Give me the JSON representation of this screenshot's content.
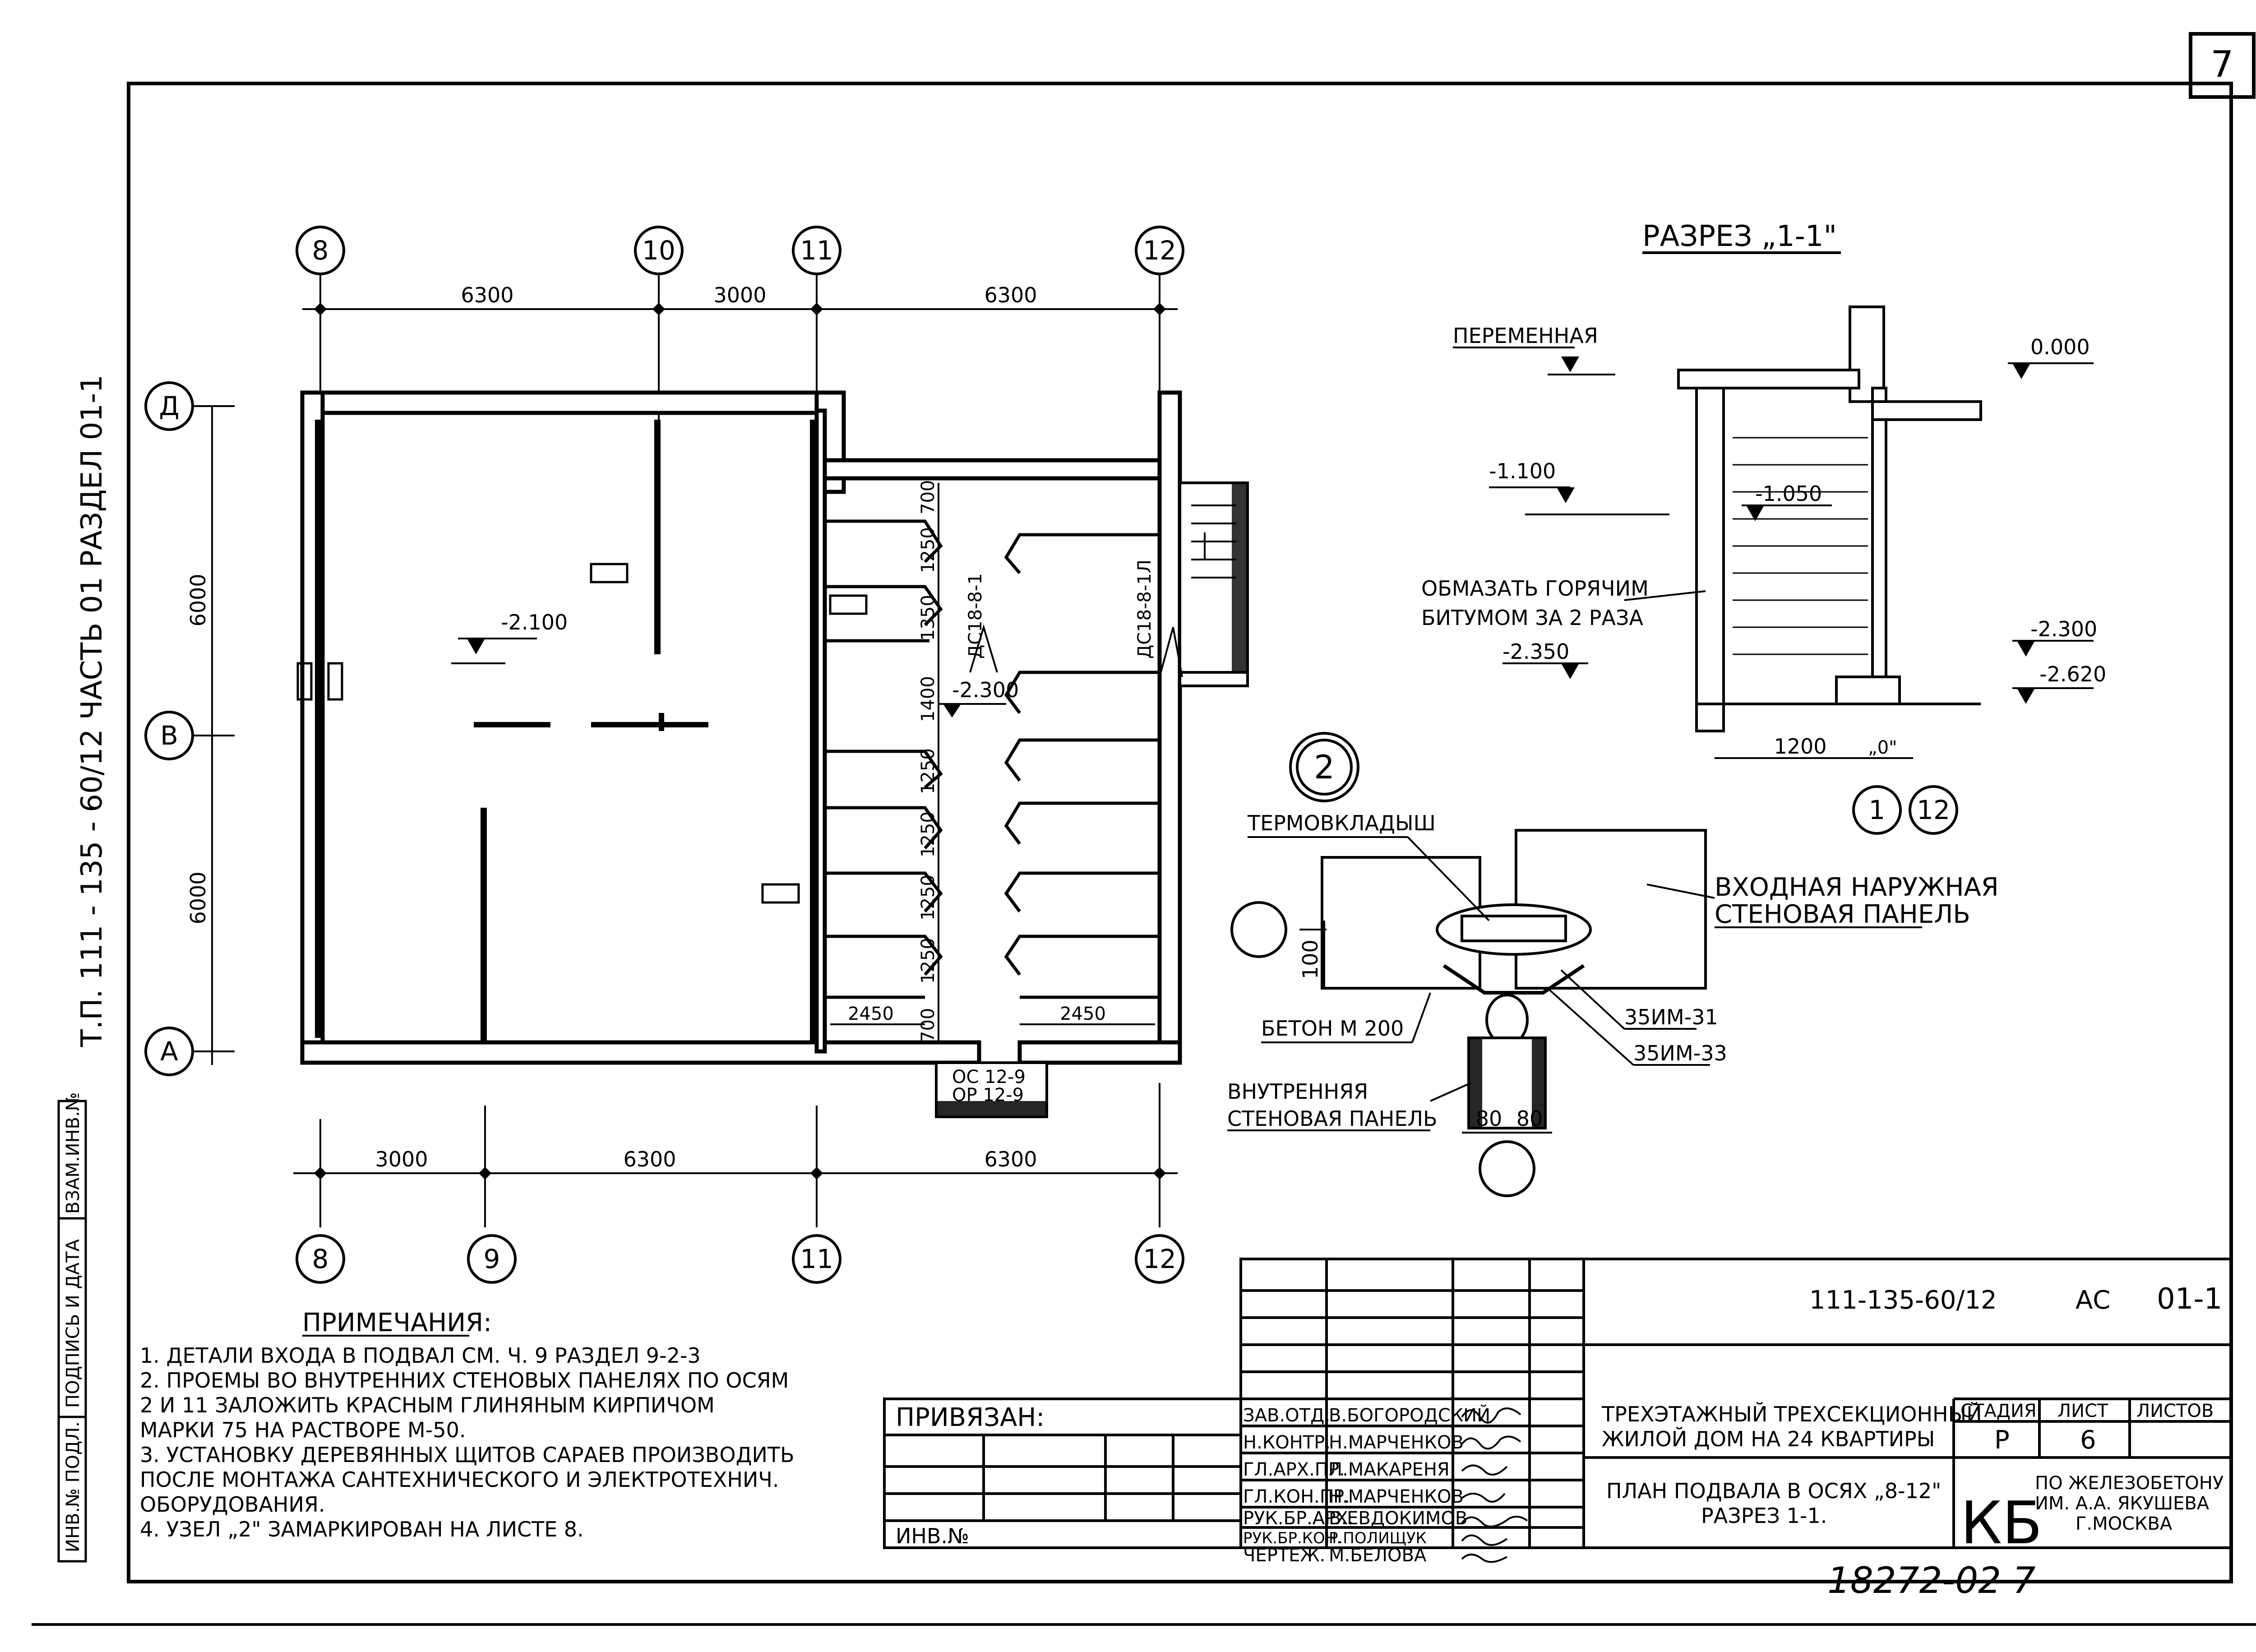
{
  "sheet_number": "7",
  "side_stamp": "Т.П.  111 - 135 - 60/12     ЧАСТЬ 01     РАЗДЕЛ 01-1",
  "left_strip": [
    "ИНВ.№ ПОДЛ.",
    "ПОДПИСЬ И ДАТА",
    "ВЗАМ.ИНВ.№"
  ],
  "plan": {
    "axes_top": [
      "8",
      "10",
      "11",
      "12"
    ],
    "axes_bottom": [
      "8",
      "9",
      "11",
      "12"
    ],
    "axes_left": [
      "Д",
      "В",
      "А"
    ],
    "dims_top": [
      "6300",
      "3000",
      "6300"
    ],
    "dims_bottom": [
      "3000",
      "6300",
      "6300"
    ],
    "dims_left": [
      "6000",
      "6000"
    ],
    "dims_sheds": [
      "700",
      "1250",
      "1350",
      "1400",
      "1250",
      "1250",
      "1250",
      "1250",
      "700"
    ],
    "dims_shed_width": [
      "2450",
      "2450"
    ],
    "levels": [
      "-2.100",
      "-2.300"
    ],
    "door_marks": [
      "ДС18-8-1",
      "ДС18-8-1Л"
    ],
    "pit_marks": [
      "ОС 12-9",
      "ОР 12-9"
    ]
  },
  "section": {
    "title": "РАЗРЕЗ  „1-1\"",
    "variable_label": "ПЕРЕМЕННАЯ",
    "levels": [
      "0.000",
      "-1.100",
      "-1.050",
      "-2.350",
      "-2.300",
      "-2.620"
    ],
    "note_line1": "ОБМАЗАТЬ ГОРЯЧИМ",
    "note_line2": "БИТУМОМ ЗА 2 РАЗА",
    "dims": [
      "1200",
      "„0\""
    ],
    "markers": [
      "1",
      "12"
    ]
  },
  "node": {
    "number": "2",
    "insert_label": "ТЕРМОВКЛАДЫШ",
    "outer_panel": [
      "ВХОДНАЯ НАРУЖНАЯ",
      "СТЕНОВАЯ ПАНЕЛЬ"
    ],
    "concrete": "БЕТОН М 200",
    "inner_panel": [
      "ВНУТРЕННЯЯ",
      "СТЕНОВАЯ ПАНЕЛЬ"
    ],
    "parts": [
      "35ИМ-31",
      "35ИМ-33"
    ],
    "dims": [
      "100",
      "80",
      "80"
    ]
  },
  "notes": {
    "title": "ПРИМЕЧАНИЯ:",
    "lines": [
      "1. ДЕТАЛИ ВХОДА В ПОДВАЛ СМ. Ч. 9 РАЗДЕЛ 9-2-3",
      "2. ПРОЕМЫ ВО  ВНУТРЕННИХ  СТЕНОВЫХ ПАНЕЛЯХ ПО ОСЯМ",
      "    2 И 11 ЗАЛОЖИТЬ  КРАСНЫМ  ГЛИНЯНЫМ  КИРПИЧОМ",
      "    МАРКИ 75   НА  РАСТВОРЕ  М-50.",
      "3. УСТАНОВКУ ДЕРЕВЯННЫХ  ЩИТОВ  САРАЕВ  ПРОИЗВОДИТЬ",
      "    ПОСЛЕ МОНТАЖА САНТЕХНИЧЕСКОГО  И  ЭЛЕКТРОТЕХНИЧ.",
      "    ОБОРУДОВАНИЯ.",
      "4. УЗЕЛ „2\"  ЗАМАРКИРОВАН   НА ЛИСТЕ 8."
    ]
  },
  "title_block": {
    "bound_label": "ПРИВЯЗАН:",
    "inv_label": "ИНВ.№",
    "code": "111-135-60/12",
    "ac": "АС",
    "part": "01-1",
    "roles": [
      "ЗАВ.ОТД.",
      "Н.КОНТР.",
      "ГЛ.АРХ.ПР.",
      "ГЛ.КОН.ПР.",
      "РУК.БР.АРХ.",
      "РУК.БР.КОН.",
      "ЧЕРТЕЖ."
    ],
    "names": [
      "В.БОГОРОДСКИЙ",
      "Н.МАРЧЕНКОВ",
      "Л.МАКАРЕНЯ",
      "Н.МАРЧЕНКОВ",
      "В.ЕВДОКИМОВ",
      "Р.ПОЛИЩУК",
      "М.БЕЛОВА"
    ],
    "building_line1": "ТРЕХЭТАЖНЫЙ ТРЕХСЕКЦИОННЫЙ",
    "building_line2": "ЖИЛОЙ ДОМ НА 24 КВАРТИРЫ",
    "sheet_line1": "ПЛАН ПОДВАЛА В ОСЯХ „8-12\"",
    "sheet_line2": "РАЗРЕЗ 1-1.",
    "stage_h": "СТАДИЯ",
    "list_h": "ЛИСТ",
    "lists_h": "ЛИСТОВ",
    "stage": "Р",
    "list": "6",
    "org_logo": "КБ",
    "org_line1": "ПО ЖЕЛЕЗОБЕТОНУ",
    "org_line2": "ИМ. А.А. ЯКУШЕВА",
    "org_line3": "Г.МОСКВА"
  },
  "archive_number": "18272-02  7"
}
